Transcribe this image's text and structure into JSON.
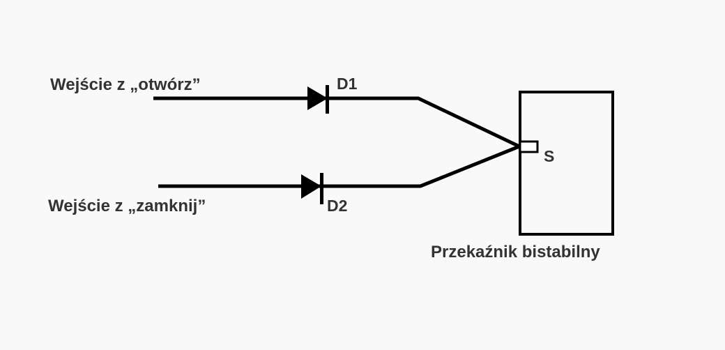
{
  "inputs": {
    "open": "Wejście  z „otwórz”",
    "close": "Wejście z „zamknij”"
  },
  "diodes": {
    "d1": "D1",
    "d2": "D2"
  },
  "relay": {
    "pin": "S",
    "label": "Przekaźnik bistabilny"
  },
  "colors": {
    "line": "#000000",
    "text": "#333333",
    "background": "#f9f9f9"
  }
}
